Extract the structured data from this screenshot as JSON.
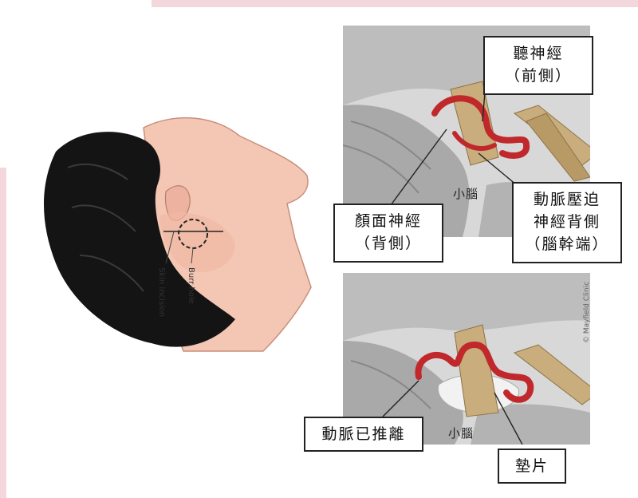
{
  "head_illustration": {
    "incision_label_1": "Skin incision",
    "incision_label_2": "Burr hole"
  },
  "top_panel": {
    "auditory_nerve_box": {
      "line1": "聽神經",
      "line2": "（前側）"
    },
    "cerebellum_label": "小腦",
    "facial_nerve_box": {
      "line1": "顏面神經",
      "line2": "（背側）"
    },
    "compression_box": {
      "line1": "動脈壓迫",
      "line2": "神經背側",
      "line3": "（腦幹端）"
    }
  },
  "bottom_panel": {
    "artery_moved_box": "動脈已推離",
    "cerebellum_label": "小腦",
    "pad_box": "墊片",
    "credit": "© Mayfield Clinic"
  },
  "colors": {
    "artery": "#c0282c",
    "nerve": "#c9ad7c",
    "hair": "#141414",
    "skin": "#f4c7b4",
    "accent_pink": "#f3d7dc"
  }
}
